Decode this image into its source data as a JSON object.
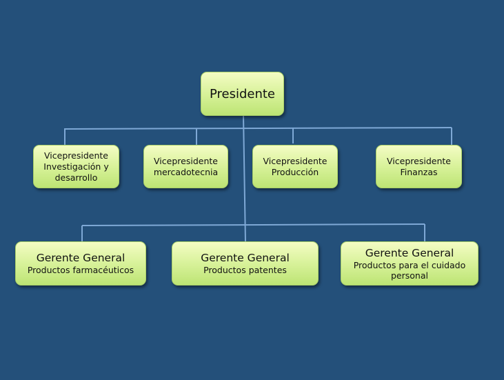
{
  "president": {
    "label": "Presidente"
  },
  "vice_presidents": [
    {
      "title": "Vicepresidente",
      "area": "Investigación y desarrollo"
    },
    {
      "title": "Vicepresidente",
      "area": "mercadotecnia"
    },
    {
      "title": "Vicepresidente",
      "area": "Producción"
    },
    {
      "title": "Vicepresidente",
      "area": "Finanzas"
    }
  ],
  "general_managers": [
    {
      "title": "Gerente General",
      "area": "Productos farmacéuticos"
    },
    {
      "title": "Gerente General",
      "area": "Productos patentes"
    },
    {
      "title": "Gerente General",
      "area": "Productos para el cuidado personal"
    }
  ],
  "colors": {
    "background": "#24507a",
    "box": "#d8f29a",
    "connector": "#7fa9d6"
  }
}
